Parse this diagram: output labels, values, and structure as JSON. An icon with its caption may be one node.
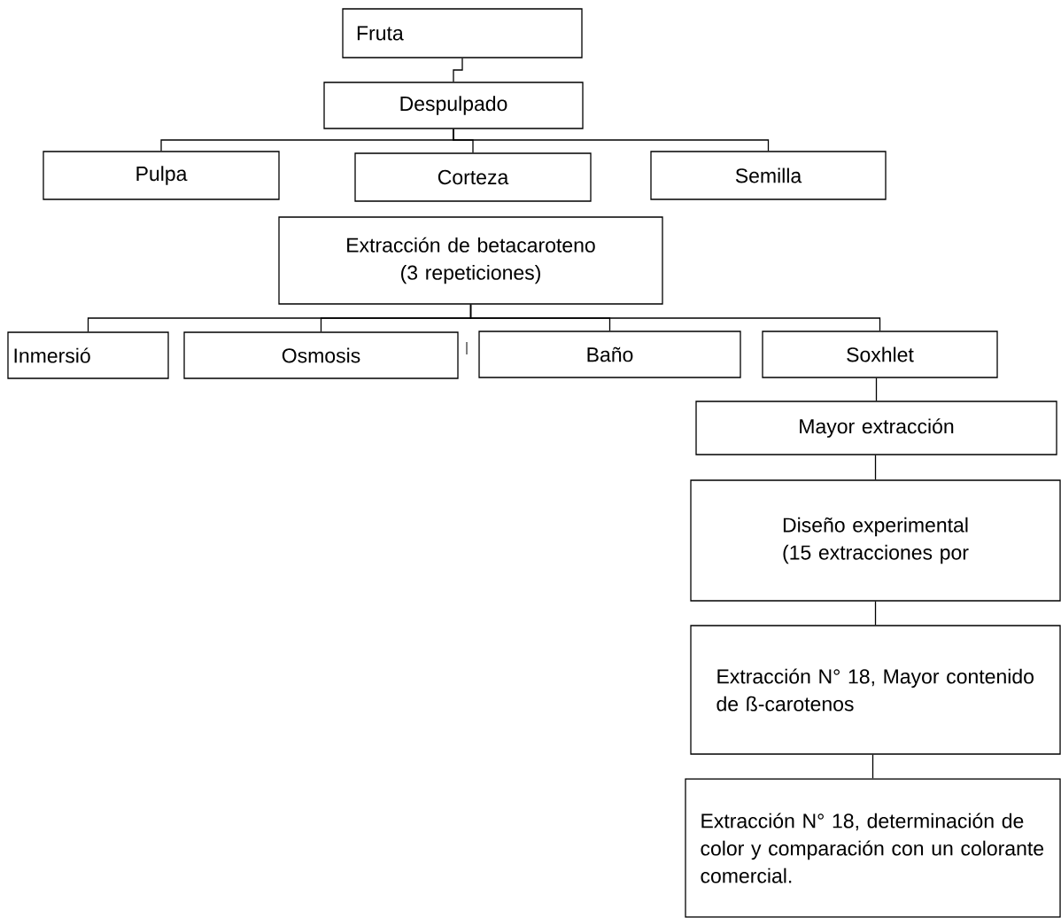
{
  "diagram": {
    "nodes": [
      {
        "text": [
          "Fruta"
        ]
      },
      {
        "text": [
          "Despulpado"
        ]
      },
      {
        "text": [
          "Pulpa"
        ]
      },
      {
        "text": [
          "Corteza"
        ]
      },
      {
        "text": [
          "Semilla"
        ]
      },
      {
        "text": [
          "Extracción de betacaroteno (3 repeticiones)"
        ]
      },
      {
        "text": [
          "Inmersió"
        ]
      },
      {
        "text": [
          "Osmosis"
        ]
      },
      {
        "text": [
          "Baño"
        ]
      },
      {
        "text": [
          "Soxhlet"
        ]
      },
      {
        "text": [
          "Mayor extracción"
        ]
      },
      {
        "text": [
          "Diseño experimental (15 extracciones por"
        ]
      },
      {
        "text": [
          "Extracción N° 18, Mayor contenido de ß-carotenos"
        ]
      },
      {
        "text": [
          "Extracción N° 18, determinación de color y comparación con un colorante comercial."
        ]
      }
    ],
    "edges": [
      {
        "from": 0,
        "to": 1,
        "arrow": "none"
      },
      {
        "from": 1,
        "to": 2,
        "arrow": "none"
      },
      {
        "from": 1,
        "to": 3,
        "arrow": "none"
      },
      {
        "from": 1,
        "to": 4,
        "arrow": "none"
      },
      {
        "from": 5,
        "to": 6,
        "arrow": "none"
      },
      {
        "from": 5,
        "to": 7,
        "arrow": "none"
      },
      {
        "from": 5,
        "to": 8,
        "arrow": "none"
      },
      {
        "from": 5,
        "to": 9,
        "arrow": "none"
      },
      {
        "from": 9,
        "to": 10,
        "arrow": "none"
      },
      {
        "from": 10,
        "to": 11,
        "arrow": "none"
      },
      {
        "from": 11,
        "to": 12,
        "arrow": "none"
      },
      {
        "from": 12,
        "to": 13,
        "arrow": "none"
      }
    ]
  }
}
